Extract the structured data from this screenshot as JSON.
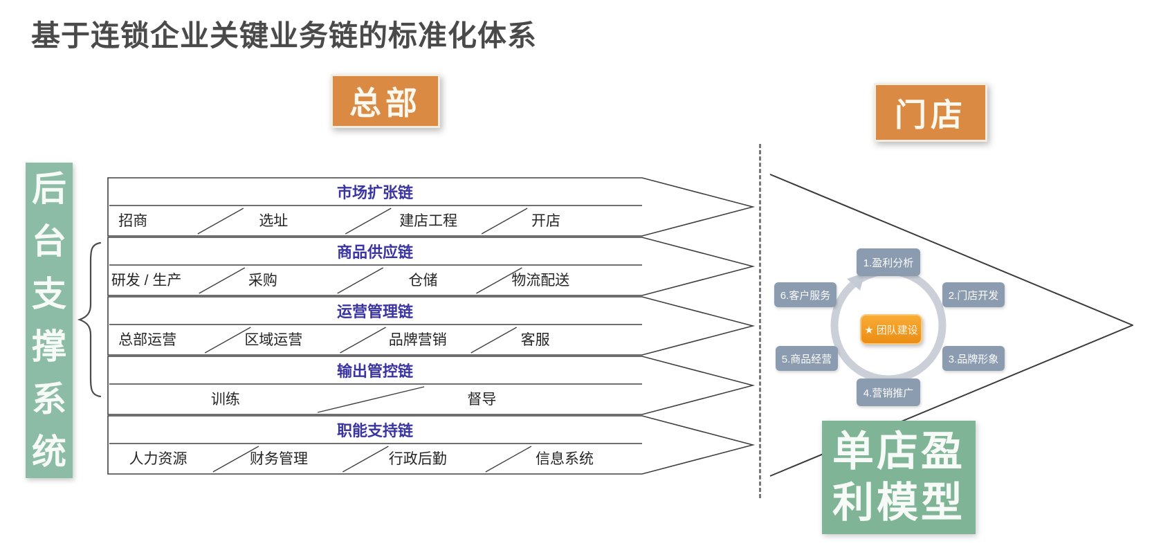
{
  "title": "基于连锁企业关键业务链的标准化体系",
  "headquarters": {
    "label": "总部"
  },
  "store": {
    "label": "门店"
  },
  "backend_bar": {
    "label": "后台支撑系统"
  },
  "chains": [
    {
      "title": "市场扩张链",
      "items": [
        "招商",
        "选址",
        "建店工程",
        "开店"
      ]
    },
    {
      "title": "商品供应链",
      "items": [
        "研发 / 生产",
        "采购",
        "仓储",
        "物流配送"
      ]
    },
    {
      "title": "运营管理链",
      "items": [
        "总部运营",
        "区域运营",
        "品牌营销",
        "客服"
      ]
    },
    {
      "title": "输出管控链",
      "items": [
        "训练",
        "督导"
      ]
    },
    {
      "title": "职能支持链",
      "items": [
        "人力资源",
        "财务管理",
        "行政后勤",
        "信息系统"
      ]
    }
  ],
  "profit_cycle": {
    "center_label": "★ 团队建设",
    "nodes": [
      "1.盈利分析",
      "2.门店开发",
      "3.品牌形象",
      "4.营销推广",
      "5.商品经营",
      "6.客户服务"
    ]
  },
  "store_profit_model": {
    "line1": "单店盈",
    "line2": "利模型"
  },
  "colors": {
    "accent_orange": "#db8a44",
    "center_orange": "#ee9220",
    "sage_green": "#8cbca6",
    "deep_green": "#7fb497",
    "chain_title_purple": "#3a33a2",
    "node_slate": "#8c9cb0",
    "ring_gray": "#cbd0d8",
    "line_dark": "#3f3f3f"
  }
}
